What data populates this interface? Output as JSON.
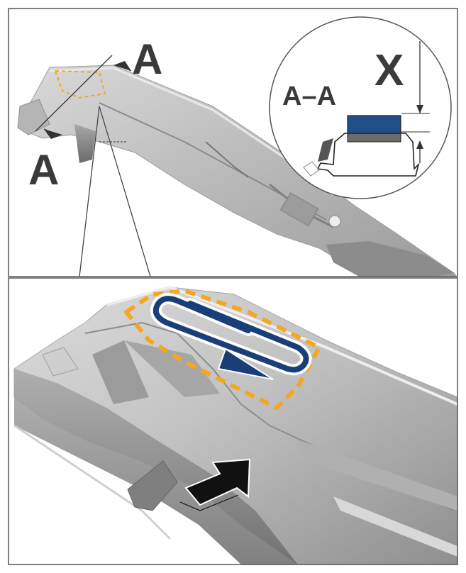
{
  "labels": {
    "section_top": "A",
    "section_bottom": "A",
    "section_view": "A–A",
    "dimension": "X"
  },
  "colors": {
    "tape_dashed_outline": "#f5a623",
    "application_path": "#1a3f78",
    "adhesive_pad": "#1f4e8a",
    "pad_base": "#6b6b6b",
    "frame": "#555555"
  },
  "icons": {
    "push_arrow": "arrow-icon",
    "path_arrow": "arrow-icon"
  }
}
